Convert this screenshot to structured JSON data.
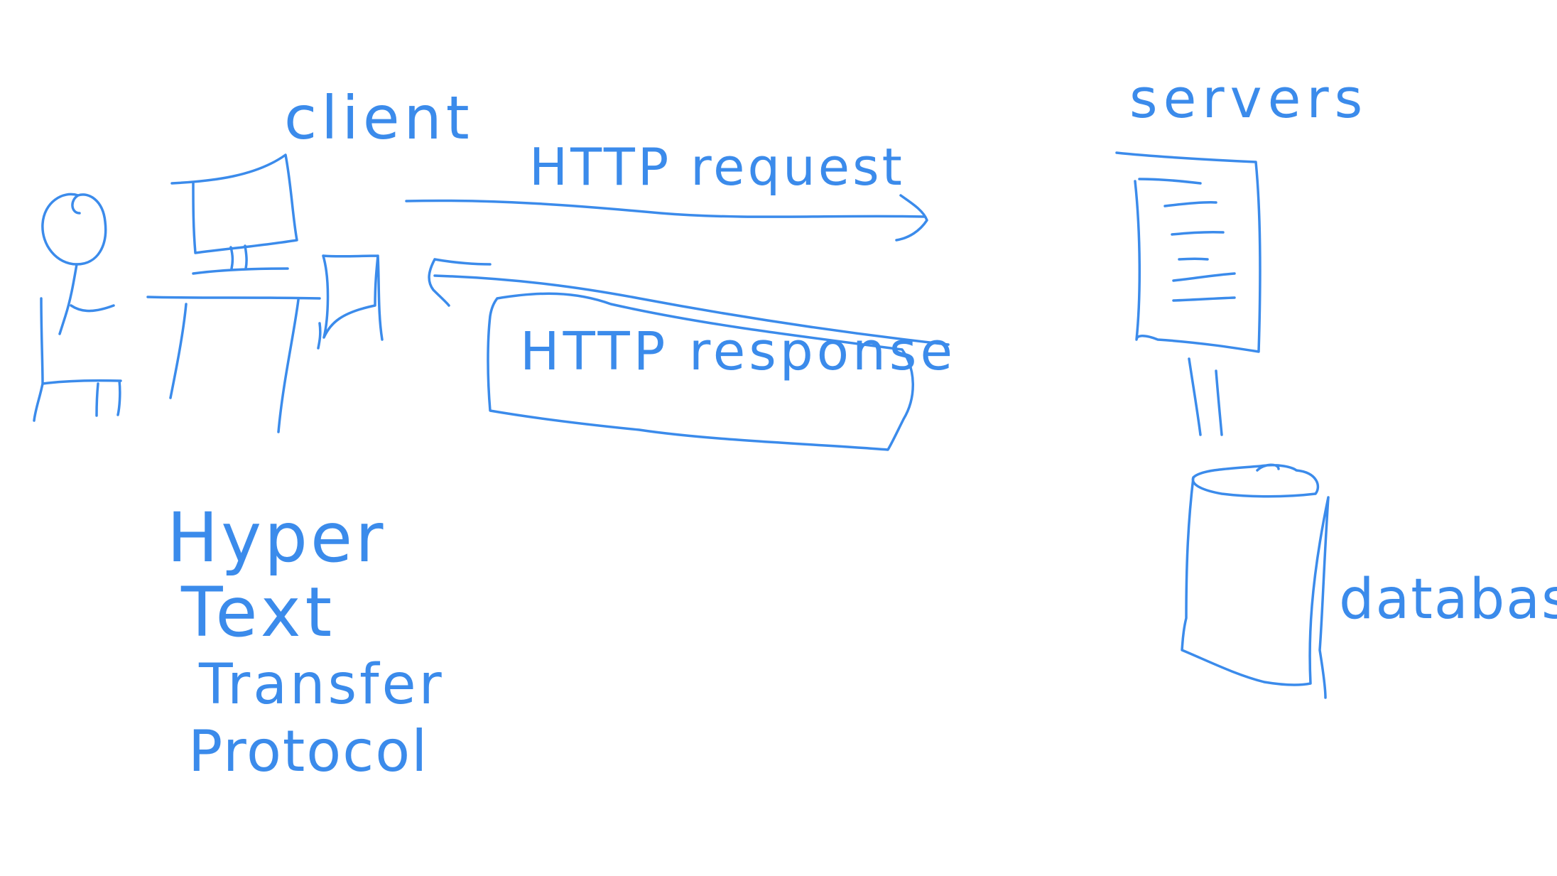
{
  "canvas": {
    "background": "#ffffff",
    "ink_color": "#3b8beb"
  },
  "labels": {
    "client": "client",
    "servers": "servers",
    "http_request": "HTTP request",
    "http_response": "HTTP response",
    "database": "database",
    "acronym": [
      "Hyper",
      "Text",
      "Transfer",
      "Protocol"
    ]
  },
  "icons": {
    "user": "stick-figure-at-desk",
    "computer": "desktop-monitor",
    "tower": "computer-tower",
    "server": "server-document",
    "database": "database-cylinder"
  }
}
